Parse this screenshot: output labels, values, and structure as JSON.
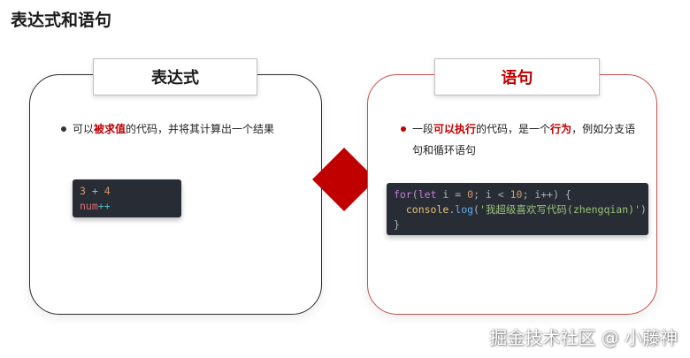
{
  "title": "表达式和语句",
  "left": {
    "tab": "表达式",
    "bullet": {
      "pre": "可以",
      "highlight": "被求值",
      "post": "的代码，并将其计算出一个结果"
    },
    "code": {
      "line1": {
        "a": "3",
        "op": " + ",
        "b": "4"
      },
      "line2": {
        "var": "num",
        "op": "++"
      }
    }
  },
  "right": {
    "tab": "语句",
    "bullet": {
      "pre": "一段",
      "highlight1": "可以执行",
      "mid": "的代码，是一个",
      "highlight2": "行为",
      "post": "，例如分支语句和循环语句"
    },
    "code": {
      "line1": {
        "kw": "for",
        "p1": "(",
        "let": "let",
        "v1": " i = ",
        "n0": "0",
        "p2": "; i < ",
        "n10": "10",
        "p3": "; i++) {"
      },
      "line2": {
        "indent": "  ",
        "obj": "console",
        "dot": ".",
        "fn": "log",
        "open": "(",
        "str": "'我超级喜欢写代码(zhengqian)'",
        "close": ")"
      },
      "line3": "}"
    }
  },
  "watermark": "掘金技术社区 @ 小藤神",
  "colors": {
    "accent": "#c00000",
    "diamond": "#c00000"
  }
}
